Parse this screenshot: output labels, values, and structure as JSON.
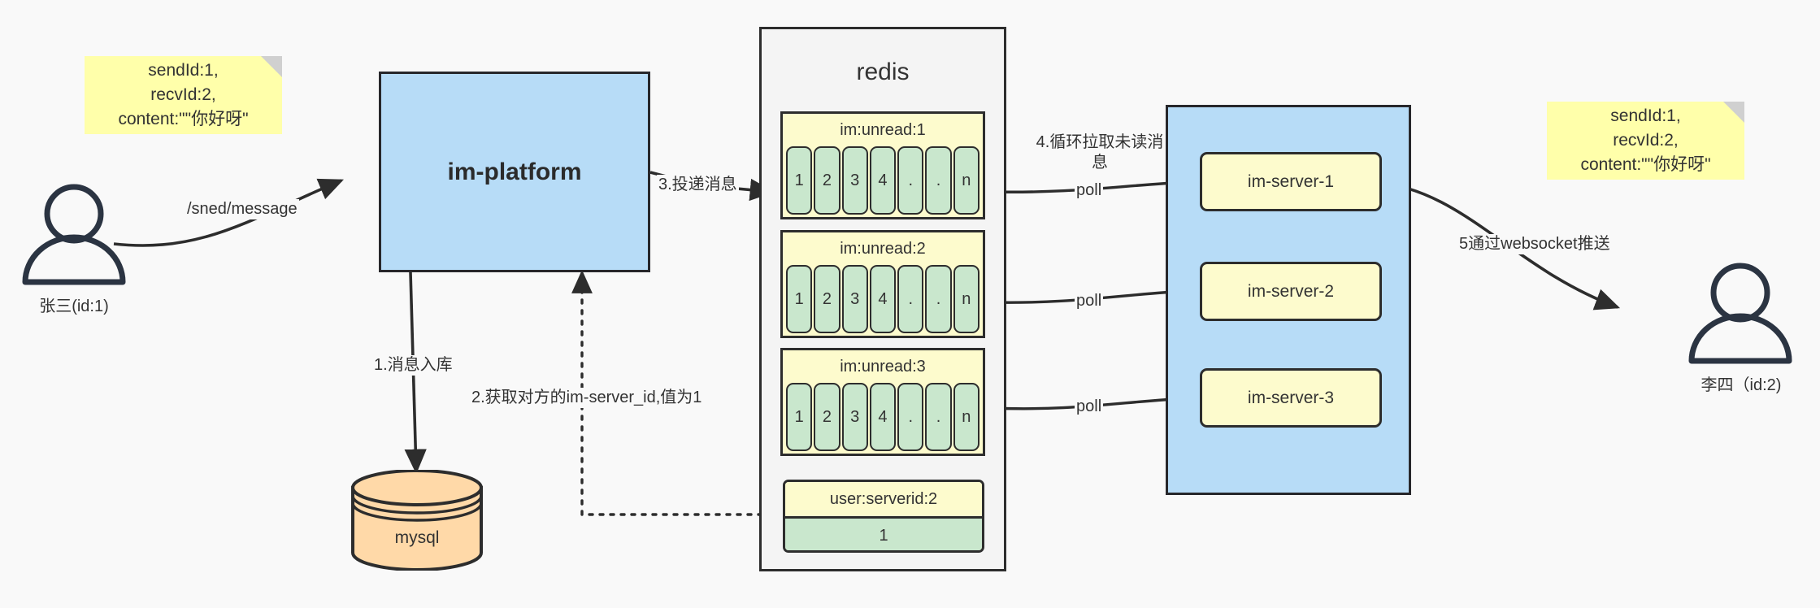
{
  "diagram": {
    "title": "IM message delivery architecture",
    "background": "#f9f9f9"
  },
  "colors": {
    "sticky": "#ffffaa",
    "blue_box": "#b7dcf7",
    "yellow_box": "#fdfbcd",
    "green_cell": "#c9e7cd",
    "db_cylinder": "#ffd9a8",
    "stroke": "#2d2d2d",
    "redis_bg": "#f4f4f4"
  },
  "sticky_notes": {
    "left": "sendId:1,\nrecvId:2,\ncontent:\"\"你好呀\"",
    "right": "sendId:1,\nrecvId:2,\ncontent:\"\"你好呀\""
  },
  "actors": {
    "sender": {
      "label": "张三(id:1)",
      "icon": "user-icon"
    },
    "receiver": {
      "label": "李四（id:2)",
      "icon": "user-icon"
    }
  },
  "platform": {
    "label": "im-platform"
  },
  "database": {
    "label": "mysql",
    "icon": "database-cylinder-icon"
  },
  "redis": {
    "title": "redis",
    "lists": [
      {
        "key": "im:unread:1",
        "cells": [
          "1",
          "2",
          "3",
          "4",
          ".",
          ".",
          "n"
        ]
      },
      {
        "key": "im:unread:2",
        "cells": [
          "1",
          "2",
          "3",
          "4",
          ".",
          ".",
          "n"
        ]
      },
      {
        "key": "im:unread:3",
        "cells": [
          "1",
          "2",
          "3",
          "4",
          ".",
          ".",
          "n"
        ]
      }
    ],
    "kv": {
      "key": "user:serverid:2",
      "value": "1"
    }
  },
  "server_cluster": {
    "servers": [
      {
        "label": "im-server-1"
      },
      {
        "label": "im-server-2"
      },
      {
        "label": "im-server-3"
      }
    ]
  },
  "edges": {
    "send_message": "/sned/message",
    "step1": "1.消息入库",
    "step2": "2.获取对方的im-server_id,值为1",
    "step3": "3.投递消息",
    "step4": "4.循环拉取未读消\n息",
    "step5": "5通过websocket推送",
    "poll1": "poll",
    "poll2": "poll",
    "poll3": "poll"
  }
}
